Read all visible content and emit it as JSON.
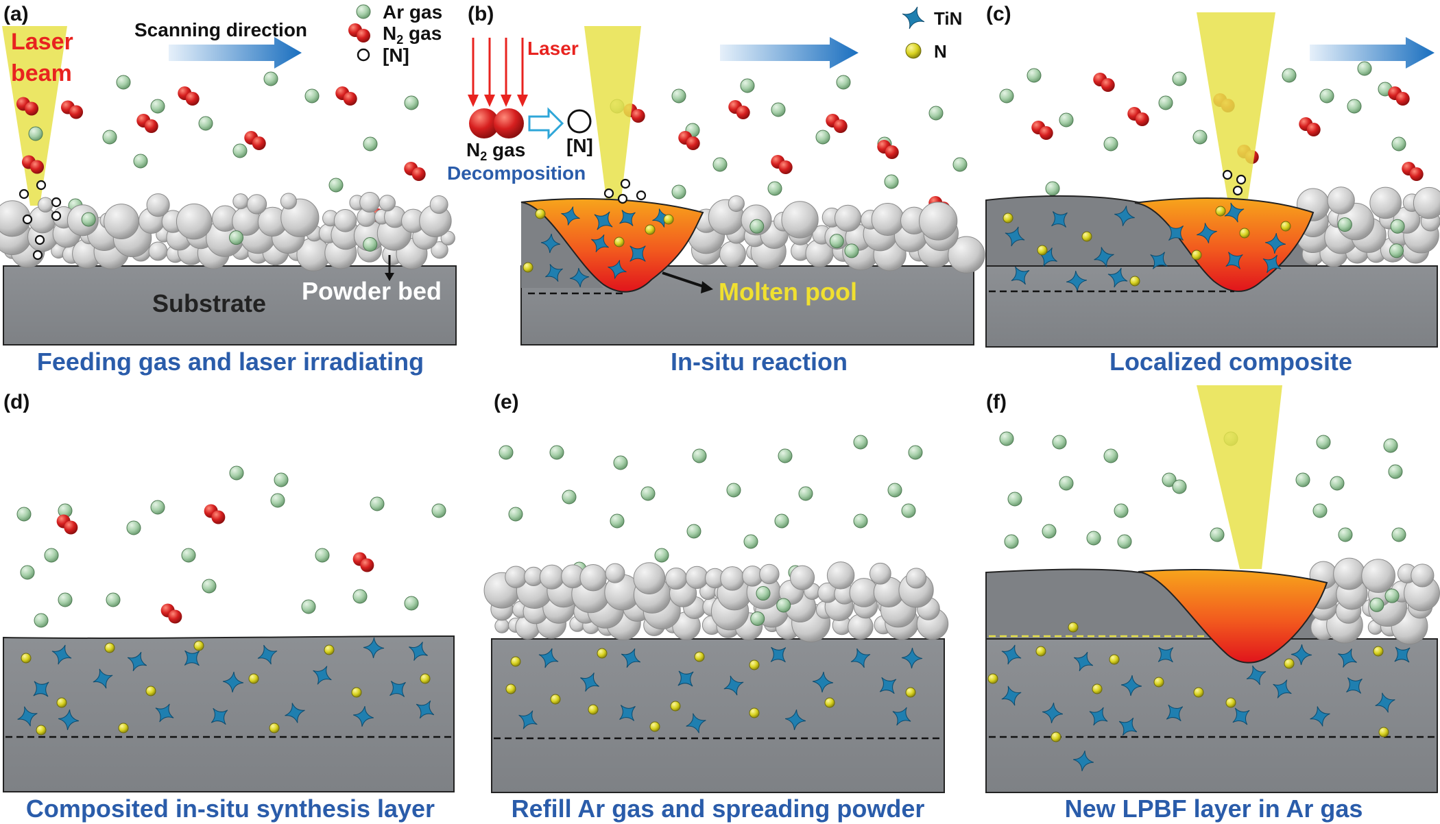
{
  "panels": {
    "a": {
      "letter": "(a)",
      "caption": "Feeding gas and laser irradiating"
    },
    "b": {
      "letter": "(b)",
      "caption": "In-situ reaction"
    },
    "c": {
      "letter": "(c)",
      "caption": "Localized composite"
    },
    "d": {
      "letter": "(d)",
      "caption": "Composited in-situ synthesis layer"
    },
    "e": {
      "letter": "(e)",
      "caption": "Refill Ar gas and spreading powder"
    },
    "f": {
      "letter": "(f)",
      "caption": "New LPBF layer in Ar gas"
    }
  },
  "labels": {
    "laser_beam_1": "Laser",
    "laser_beam_2": "beam",
    "scanning_direction": "Scanning direction",
    "ar_gas": "Ar gas",
    "n2_gas_prefix": "N",
    "n2_gas_sub": "2",
    "n2_gas_suffix": " gas",
    "n_atom": "[N]",
    "substrate": "Substrate",
    "powder_bed": "Powder bed",
    "laser": "Laser",
    "decomposition": "Decomposition",
    "molten_pool": "Molten pool",
    "tin": "TiN",
    "n": "N"
  },
  "colors": {
    "caption_blue": "#2a5caa",
    "laser_red": "#e8231f",
    "laser_yellow": "#e8e24a",
    "molten_label": "#f0e030",
    "substrate_gray": "#8a8d91",
    "ar_green": "#9fc9a3",
    "n2_red": "#d42020",
    "tin_blue": "#1f7fb0",
    "n_yellow": "#d7d21e",
    "arrow_blue": "#1a6fbf"
  }
}
